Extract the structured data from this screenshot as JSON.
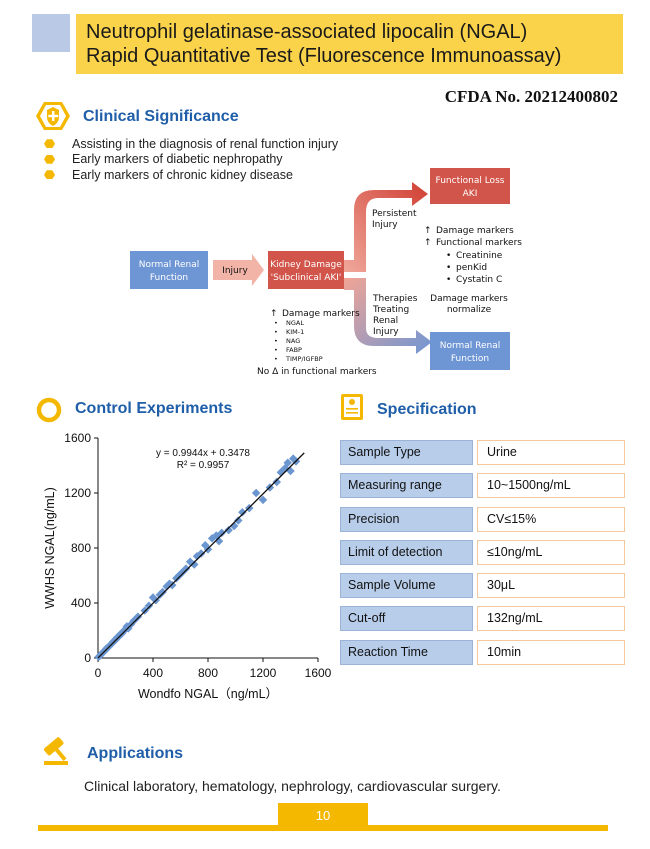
{
  "header": {
    "title_line1": "Neutrophil gelatinase-associated lipocalin (NGAL)",
    "title_line2": "Rapid Quantitative Test (Fluorescence Immunoassay)",
    "cfda": "CFDA No. 20212400802"
  },
  "clinical": {
    "title": "Clinical Significance",
    "icon": "shield-plus-icon",
    "bullets": [
      "Assisting in the diagnosis of renal function injury",
      "Early markers of diabetic nephropathy",
      "Early markers of chronic kidney disease"
    ]
  },
  "diagram": {
    "normal_renal_l1": "Normal Renal",
    "normal_renal_l2": "Function",
    "injury": "Injury",
    "kidney_l1": "Kidney Damage",
    "kidney_l2": "'Subclinical AKI'",
    "functional_l1": "Functional Loss",
    "functional_l2": "AKI",
    "persistent_l1": "Persistent",
    "persistent_l2": "Injury",
    "up_damage_markers": "Damage markers",
    "up_functional_markers": "Functional markers",
    "functional_list": [
      "Creatinine",
      "penKid",
      "Cystatin C"
    ],
    "therapies_lines": [
      "Therapies",
      "Treating",
      "Renal",
      "Injury"
    ],
    "normalize_l1": "Damage markers",
    "normalize_l2": "normalize",
    "normal_renal2_l1": "Normal Renal",
    "normal_renal2_l2": "Function",
    "subclinical_up": "Damage markers",
    "subclinical_list": [
      "NGAL",
      "KIM-1",
      "NAG",
      "FABP",
      "TIMP/IGFBP"
    ],
    "no_delta": "No Δ in functional markers",
    "colors": {
      "blue_box": "#6f96d4",
      "red_box": "#d2554b",
      "arrow_pink": "#f3b4a8"
    }
  },
  "control": {
    "title": "Control Experiments",
    "icon": "ring-icon"
  },
  "chart_data": {
    "type": "scatter",
    "xlabel": "Wondfo NGAL（ng/mL）",
    "ylabel": "WWHS NGAL(ng/mL)",
    "xlim": [
      0,
      1600
    ],
    "ylim": [
      0,
      1600
    ],
    "xticks": [
      0,
      400,
      800,
      1200,
      1600
    ],
    "yticks": [
      0,
      400,
      800,
      1200,
      1600
    ],
    "equation": "y = 0.9944x + 0.3478",
    "r2": "R² = 0.9957",
    "trendline": {
      "slope": 0.9944,
      "intercept": 0.3478,
      "x_range": [
        0,
        1500
      ]
    },
    "points": [
      [
        5,
        8
      ],
      [
        12,
        15
      ],
      [
        18,
        22
      ],
      [
        25,
        30
      ],
      [
        32,
        35
      ],
      [
        40,
        45
      ],
      [
        48,
        52
      ],
      [
        55,
        60
      ],
      [
        62,
        70
      ],
      [
        70,
        75
      ],
      [
        80,
        85
      ],
      [
        90,
        95
      ],
      [
        100,
        105
      ],
      [
        110,
        118
      ],
      [
        120,
        125
      ],
      [
        130,
        135
      ],
      [
        140,
        150
      ],
      [
        150,
        155
      ],
      [
        160,
        170
      ],
      [
        175,
        180
      ],
      [
        185,
        195
      ],
      [
        200,
        210
      ],
      [
        210,
        230
      ],
      [
        220,
        215
      ],
      [
        240,
        245
      ],
      [
        260,
        270
      ],
      [
        290,
        300
      ],
      [
        340,
        345
      ],
      [
        370,
        380
      ],
      [
        400,
        440
      ],
      [
        420,
        420
      ],
      [
        450,
        460
      ],
      [
        470,
        480
      ],
      [
        500,
        520
      ],
      [
        520,
        540
      ],
      [
        540,
        530
      ],
      [
        570,
        580
      ],
      [
        590,
        600
      ],
      [
        610,
        620
      ],
      [
        640,
        650
      ],
      [
        670,
        700
      ],
      [
        700,
        680
      ],
      [
        720,
        740
      ],
      [
        750,
        760
      ],
      [
        780,
        820
      ],
      [
        800,
        790
      ],
      [
        830,
        870
      ],
      [
        860,
        890
      ],
      [
        880,
        850
      ],
      [
        900,
        910
      ],
      [
        950,
        930
      ],
      [
        990,
        960
      ],
      [
        1020,
        1000
      ],
      [
        1050,
        1060
      ],
      [
        1100,
        1090
      ],
      [
        1150,
        1200
      ],
      [
        1200,
        1150
      ],
      [
        1250,
        1240
      ],
      [
        1300,
        1280
      ],
      [
        1330,
        1350
      ],
      [
        1360,
        1380
      ],
      [
        1380,
        1420
      ],
      [
        1400,
        1360
      ],
      [
        1420,
        1450
      ],
      [
        1440,
        1430
      ]
    ],
    "marker_color": "#6c96cf",
    "line_color": "#111111"
  },
  "specification": {
    "title": "Specification",
    "icon": "certificate-icon",
    "rows": [
      {
        "label": "Sample  Type",
        "value": "Urine"
      },
      {
        "label": "Measuring range",
        "value": "10~1500ng/mL"
      },
      {
        "label": "Precision",
        "value": "CV≤15%"
      },
      {
        "label": "Limit of detection",
        "value": "≤10ng/mL"
      },
      {
        "label": "Sample  Volume",
        "value": "30μL"
      },
      {
        "label": "Cut-off",
        "value": "132ng/mL"
      },
      {
        "label": "Reaction Time",
        "value": "10min"
      }
    ]
  },
  "applications": {
    "title": "Applications",
    "icon": "gavel-icon",
    "text": "Clinical laboratory, hematology, nephrology, cardiovascular surgery."
  },
  "footer": {
    "page_number": "10"
  },
  "colors": {
    "accent_yellow": "#f5b800",
    "title_blue": "#1f5ea8",
    "header_yellow": "#fad34a"
  }
}
